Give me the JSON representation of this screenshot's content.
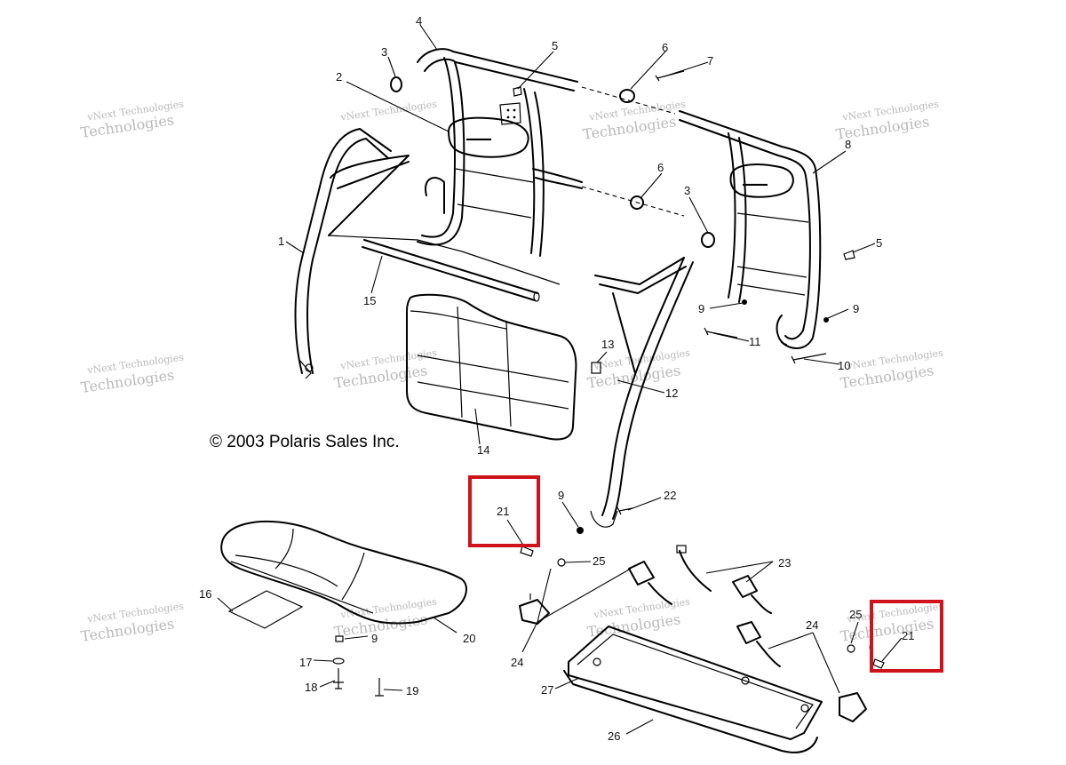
{
  "copyright": "© 2003 Polaris Sales Inc.",
  "watermark": {
    "line1": "vNext",
    "line2": "Technologies",
    "line3": "vNext Technologies"
  },
  "callouts": {
    "c1": "1",
    "c2": "2",
    "c3a": "3",
    "c3b": "3",
    "c4": "4",
    "c5a": "5",
    "c5b": "5",
    "c6a": "6",
    "c6b": "6",
    "c7": "7",
    "c8": "8",
    "c9a": "9",
    "c9b": "9",
    "c9c": "9",
    "c9d": "9",
    "c10": "10",
    "c11": "11",
    "c12": "12",
    "c13": "13",
    "c14": "14",
    "c15": "15",
    "c16": "16",
    "c17": "17",
    "c18": "18",
    "c19": "19",
    "c20": "20",
    "c21a": "21",
    "c21b": "21",
    "c22": "22",
    "c23": "23",
    "c24a": "24",
    "c24b": "24",
    "c25a": "25",
    "c25b": "25",
    "c26": "26",
    "c27": "27"
  },
  "colors": {
    "highlight": "#d0121b",
    "watermark": "#b9b9b9",
    "line": "#000000"
  }
}
